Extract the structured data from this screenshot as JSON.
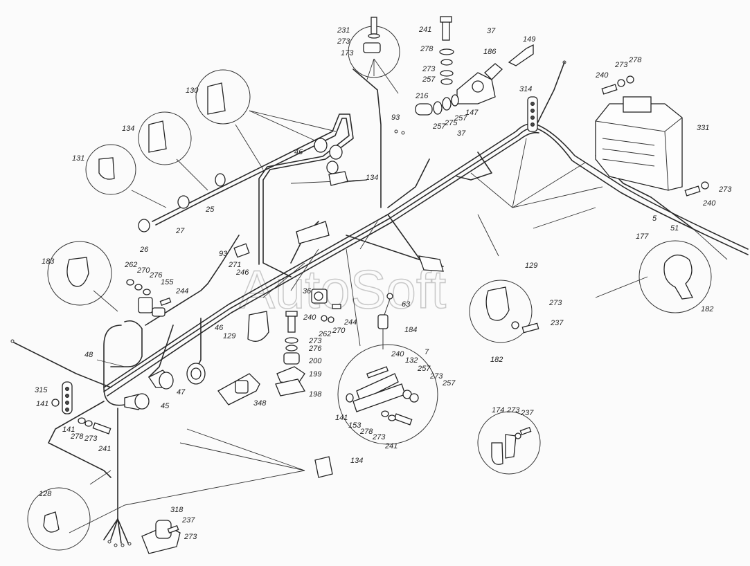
{
  "watermark": "AutoSoft",
  "callouts": [
    {
      "id": "c231",
      "label": "231"
    },
    {
      "id": "c273a",
      "label": "273"
    },
    {
      "id": "c173",
      "label": "173"
    },
    {
      "id": "c241a",
      "label": "241"
    },
    {
      "id": "c37a",
      "label": "37"
    },
    {
      "id": "c278a",
      "label": "278"
    },
    {
      "id": "c186",
      "label": "186"
    },
    {
      "id": "c149",
      "label": "149"
    },
    {
      "id": "c273b",
      "label": "273"
    },
    {
      "id": "c257a",
      "label": "257"
    },
    {
      "id": "c216",
      "label": "216"
    },
    {
      "id": "c257b",
      "label": "257"
    },
    {
      "id": "c275",
      "label": "275"
    },
    {
      "id": "c257c",
      "label": "257"
    },
    {
      "id": "c147",
      "label": "147"
    },
    {
      "id": "c37b",
      "label": "37"
    },
    {
      "id": "c93a",
      "label": "93"
    },
    {
      "id": "c130",
      "label": "130"
    },
    {
      "id": "c134a",
      "label": "134"
    },
    {
      "id": "c131",
      "label": "131"
    },
    {
      "id": "c46a",
      "label": "46"
    },
    {
      "id": "c134b",
      "label": "134"
    },
    {
      "id": "c25",
      "label": "25"
    },
    {
      "id": "c27",
      "label": "27"
    },
    {
      "id": "c26",
      "label": "26"
    },
    {
      "id": "c314",
      "label": "314"
    },
    {
      "id": "c240a",
      "label": "240"
    },
    {
      "id": "c273c",
      "label": "273"
    },
    {
      "id": "c278b",
      "label": "278"
    },
    {
      "id": "c331",
      "label": "331"
    },
    {
      "id": "c273d",
      "label": "273"
    },
    {
      "id": "c240b",
      "label": "240"
    },
    {
      "id": "c5",
      "label": "5"
    },
    {
      "id": "c51",
      "label": "51"
    },
    {
      "id": "c177",
      "label": "177"
    },
    {
      "id": "c182a",
      "label": "182"
    },
    {
      "id": "c183",
      "label": "183"
    },
    {
      "id": "c262a",
      "label": "262"
    },
    {
      "id": "c270a",
      "label": "270"
    },
    {
      "id": "c276a",
      "label": "276"
    },
    {
      "id": "c155",
      "label": "155"
    },
    {
      "id": "c244a",
      "label": "244"
    },
    {
      "id": "c93b",
      "label": "93"
    },
    {
      "id": "c271",
      "label": "271"
    },
    {
      "id": "c246",
      "label": "246"
    },
    {
      "id": "c36",
      "label": "36"
    },
    {
      "id": "c63",
      "label": "63"
    },
    {
      "id": "c129a",
      "label": "129"
    },
    {
      "id": "c273e",
      "label": "273"
    },
    {
      "id": "c237a",
      "label": "237"
    },
    {
      "id": "c182b",
      "label": "182"
    },
    {
      "id": "c240c",
      "label": "240"
    },
    {
      "id": "c262b",
      "label": "262"
    },
    {
      "id": "c270b",
      "label": "270"
    },
    {
      "id": "c244b",
      "label": "244"
    },
    {
      "id": "c184",
      "label": "184"
    },
    {
      "id": "c46b",
      "label": "46"
    },
    {
      "id": "c129b",
      "label": "129"
    },
    {
      "id": "c273f",
      "label": "273"
    },
    {
      "id": "c276b",
      "label": "276"
    },
    {
      "id": "c200",
      "label": "200"
    },
    {
      "id": "c199",
      "label": "199"
    },
    {
      "id": "c198",
      "label": "198"
    },
    {
      "id": "c7",
      "label": "7"
    },
    {
      "id": "c240d",
      "label": "240"
    },
    {
      "id": "c132",
      "label": "132"
    },
    {
      "id": "c257d",
      "label": "257"
    },
    {
      "id": "c273g",
      "label": "273"
    },
    {
      "id": "c257e",
      "label": "257"
    },
    {
      "id": "c48",
      "label": "48"
    },
    {
      "id": "c47",
      "label": "47"
    },
    {
      "id": "c45",
      "label": "45"
    },
    {
      "id": "c348",
      "label": "348"
    },
    {
      "id": "c315",
      "label": "315"
    },
    {
      "id": "c141a",
      "label": "141"
    },
    {
      "id": "c141b",
      "label": "141"
    },
    {
      "id": "c278c",
      "label": "278"
    },
    {
      "id": "c273h",
      "label": "273"
    },
    {
      "id": "c241b",
      "label": "241"
    },
    {
      "id": "c141c",
      "label": "141"
    },
    {
      "id": "c153",
      "label": "153"
    },
    {
      "id": "c278d",
      "label": "278"
    },
    {
      "id": "c273i",
      "label": "273"
    },
    {
      "id": "c241c",
      "label": "241"
    },
    {
      "id": "c174",
      "label": "174"
    },
    {
      "id": "c273j",
      "label": "273"
    },
    {
      "id": "c237b",
      "label": "237"
    },
    {
      "id": "c134c",
      "label": "134"
    },
    {
      "id": "c128",
      "label": "128"
    },
    {
      "id": "c318",
      "label": "318"
    },
    {
      "id": "c237c",
      "label": "237"
    },
    {
      "id": "c273k",
      "label": "273"
    }
  ]
}
